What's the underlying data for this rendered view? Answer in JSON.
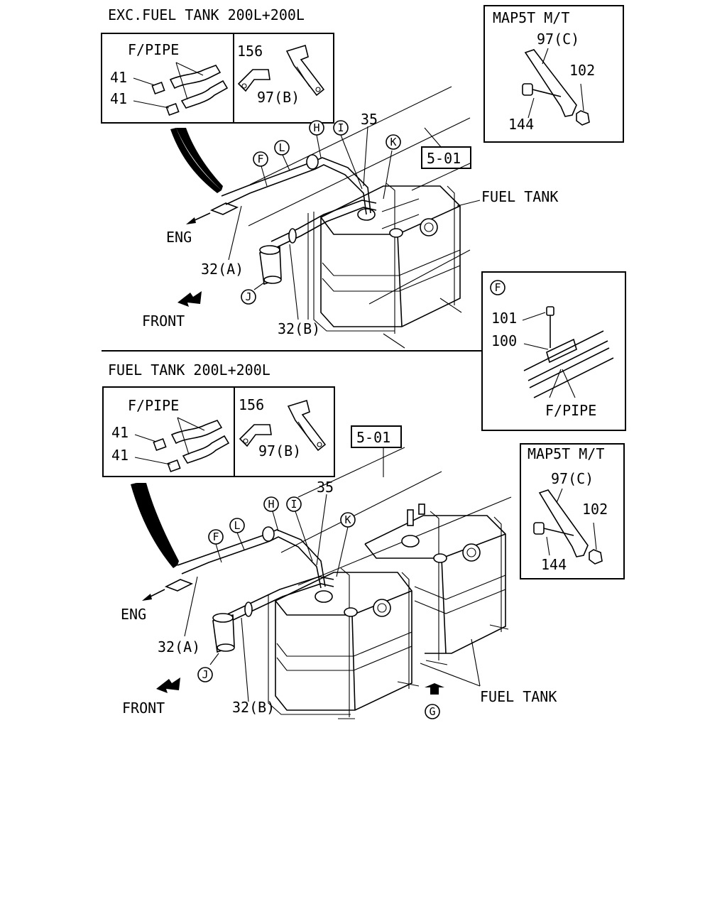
{
  "top": {
    "heading": "EXC.FUEL TANK 200L+200L",
    "inset": {
      "fpipe": "F/PIPE",
      "clip_a": "41",
      "clip_b": "41",
      "bracket_156": "156",
      "bracket_97b": "97(B)"
    },
    "map5t": {
      "title": "MAP5T M/T",
      "bracket": "97(C)",
      "nut": "102",
      "bolt": "144"
    },
    "callouts": {
      "F": "F",
      "L": "L",
      "H": "H",
      "I": "I",
      "K": "K",
      "J": "J",
      "num_35": "35",
      "ref": "5-01",
      "fuel_tank": "FUEL TANK",
      "eng": "ENG",
      "front": "FRONT",
      "pipe_a": "32(A)",
      "pipe_b": "32(B)"
    }
  },
  "clip_detail": {
    "marker": "F",
    "bolt": "101",
    "clip": "100",
    "fpipe": "F/PIPE"
  },
  "bottom": {
    "heading": "FUEL TANK 200L+200L",
    "inset": {
      "fpipe": "F/PIPE",
      "clip_a": "41",
      "clip_b": "41",
      "bracket_156": "156",
      "bracket_97b": "97(B)"
    },
    "map5t": {
      "title": "MAP5T M/T",
      "bracket": "97(C)",
      "nut": "102",
      "bolt": "144"
    },
    "callouts": {
      "F": "F",
      "L": "L",
      "H": "H",
      "I": "I",
      "K": "K",
      "J": "J",
      "G": "G",
      "num_35": "35",
      "ref": "5-01",
      "fuel_tank": "FUEL TANK",
      "eng": "ENG",
      "front": "FRONT",
      "pipe_a": "32(A)",
      "pipe_b": "32(B)"
    }
  }
}
